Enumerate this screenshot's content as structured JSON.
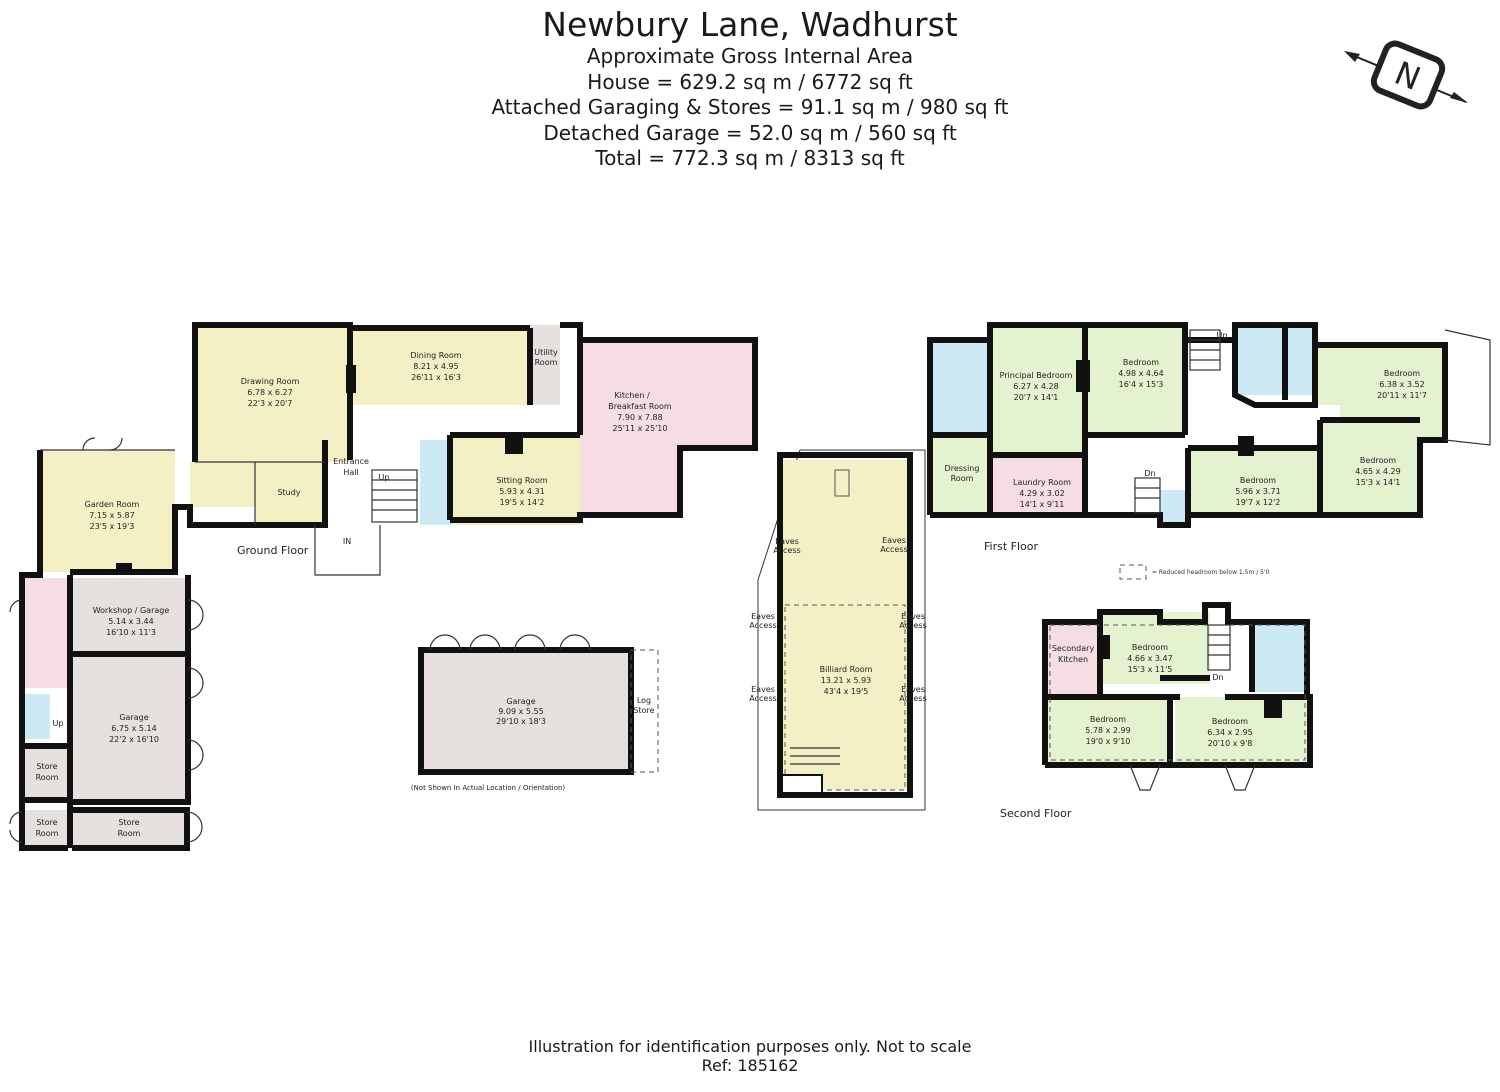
{
  "header": {
    "title": "Newbury Lane, Wadhurst",
    "lines": [
      "Approximate Gross Internal Area",
      "House = 629.2 sq m / 6772 sq ft",
      "Attached Garaging & Stores = 91.1 sq m / 980 sq ft",
      "Detached Garage = 52.0 sq m / 560 sq ft",
      "Total = 772.3 sq m / 8313 sq ft"
    ]
  },
  "colors": {
    "yellow": "#f4f0c6",
    "pink": "#f6dde4",
    "blue": "#cdeaf4",
    "green": "#e5f2cf",
    "grey": "#e6e0de",
    "wall": "#111111"
  },
  "floors": {
    "ground": "Ground Floor",
    "first": "First Floor",
    "second": "Second Floor"
  },
  "rooms": {
    "drawing": [
      "Drawing Room",
      "6.78 x 6.27",
      "22'3 x 20'7"
    ],
    "dining": [
      "Dining Room",
      "8.21 x 4.95",
      "26'11 x 16'3"
    ],
    "utility": [
      "Utility",
      "Room"
    ],
    "kitchen": [
      "Kitchen /",
      "Breakfast Room",
      "7.90 x 7.88",
      "25'11 x 25'10"
    ],
    "entrance": [
      "Entrance",
      "Hall"
    ],
    "study": [
      "Study"
    ],
    "sitting": [
      "Sitting Room",
      "5.93 x 4.31",
      "19'5 x 14'2"
    ],
    "garden": [
      "Garden Room",
      "7.15 x 5.87",
      "23'5 x 19'3"
    ],
    "workshop": [
      "Workshop / Garage",
      "5.14 x 3.44",
      "16'10 x 11'3"
    ],
    "garage": [
      "Garage",
      "6.75 x 5.14",
      "22'2 x 16'10"
    ],
    "store1": [
      "Store",
      "Room"
    ],
    "store2": [
      "Store",
      "Room"
    ],
    "store3": [
      "Store",
      "Room"
    ],
    "detached_garage": [
      "Garage",
      "9.09 x 5.55",
      "29'10 x 18'3"
    ],
    "log_store": [
      "Log",
      "Store"
    ],
    "billiard": [
      "Billiard Room",
      "13.21 x 5.93",
      "43'4 x 19'5"
    ],
    "principal": [
      "Principal Bedroom",
      "6.27 x 4.28",
      "20'7 x 14'1"
    ],
    "bed_a": [
      "Bedroom",
      "4.98 x 4.64",
      "16'4 x 15'3"
    ],
    "bed_b": [
      "Bedroom",
      "6.38 x 3.52",
      "20'11 x 11'7"
    ],
    "bed_c": [
      "Bedroom",
      "4.65 x 4.29",
      "15'3 x 14'1"
    ],
    "bed_d": [
      "Bedroom",
      "5.96 x 3.71",
      "19'7 x 12'2"
    ],
    "dressing": [
      "Dressing",
      "Room"
    ],
    "laundry": [
      "Laundry Room",
      "4.29 x 3.02",
      "14'1 x 9'11"
    ],
    "sec_kitchen": [
      "Secondary",
      "Kitchen"
    ],
    "bed_e": [
      "Bedroom",
      "4.66 x 3.47",
      "15'3 x 11'5"
    ],
    "bed_f": [
      "Bedroom",
      "5.78 x 2.99",
      "19'0 x 9'10"
    ],
    "bed_g": [
      "Bedroom",
      "6.34 x 2.95",
      "20'10 x 9'8"
    ]
  },
  "markers": {
    "up": "Up",
    "dn": "Dn",
    "in": "IN",
    "eaves": [
      "Eaves",
      "Access"
    ]
  },
  "notes": {
    "not_shown": "(Not Shown In Actual Location / Orientation)",
    "headroom": "= Reduced headroom below 1.5m / 5'0"
  },
  "compass": "N",
  "footer": {
    "disclaimer": "Illustration for identification purposes only. Not to scale",
    "ref": "Ref: 185162"
  }
}
